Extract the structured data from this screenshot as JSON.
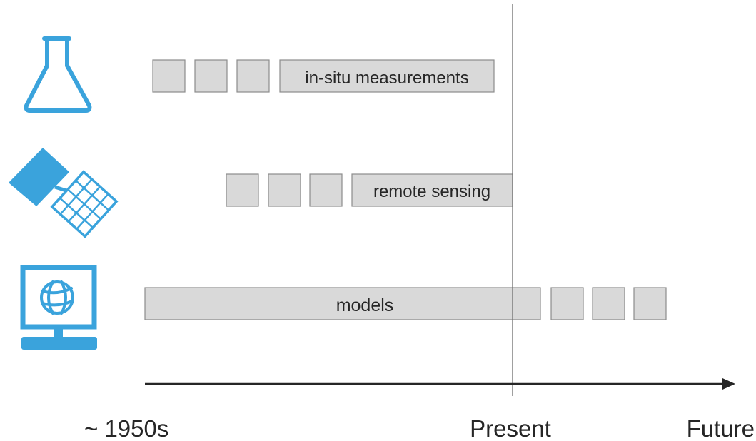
{
  "accent_color": "#3aa3dc",
  "rows": [
    {
      "icon": "flask-icon",
      "label": "in-situ measurements"
    },
    {
      "icon": "satellite-icon",
      "label": "remote sensing"
    },
    {
      "icon": "computer-globe-icon",
      "label": "models"
    }
  ],
  "timeline": {
    "ticks": [
      "~ 1950s",
      "Present",
      "Future"
    ]
  }
}
